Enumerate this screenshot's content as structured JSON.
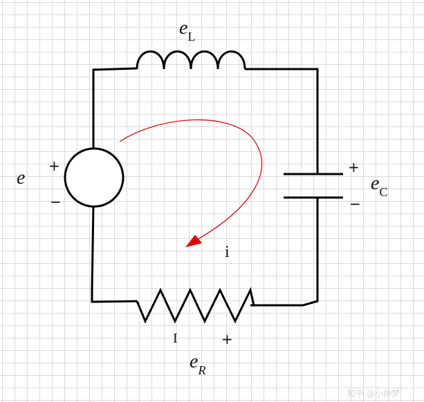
{
  "labels": {
    "source_main": "e",
    "inductor_main": "e",
    "inductor_sub": "L",
    "capacitor_main": "e",
    "capacitor_sub": "C",
    "resistor_main": "e",
    "resistor_sub": "R",
    "current": "i"
  },
  "signs": {
    "source_plus": "+",
    "source_minus": "−",
    "capacitor_plus": "+",
    "capacitor_minus": "−",
    "resistor_left": "I",
    "resistor_right": "+"
  },
  "watermark": "知乎 @小神梦",
  "colors": {
    "wire": "#000000",
    "current_arrow": "#e00000",
    "grid": "#d9d9d9"
  }
}
